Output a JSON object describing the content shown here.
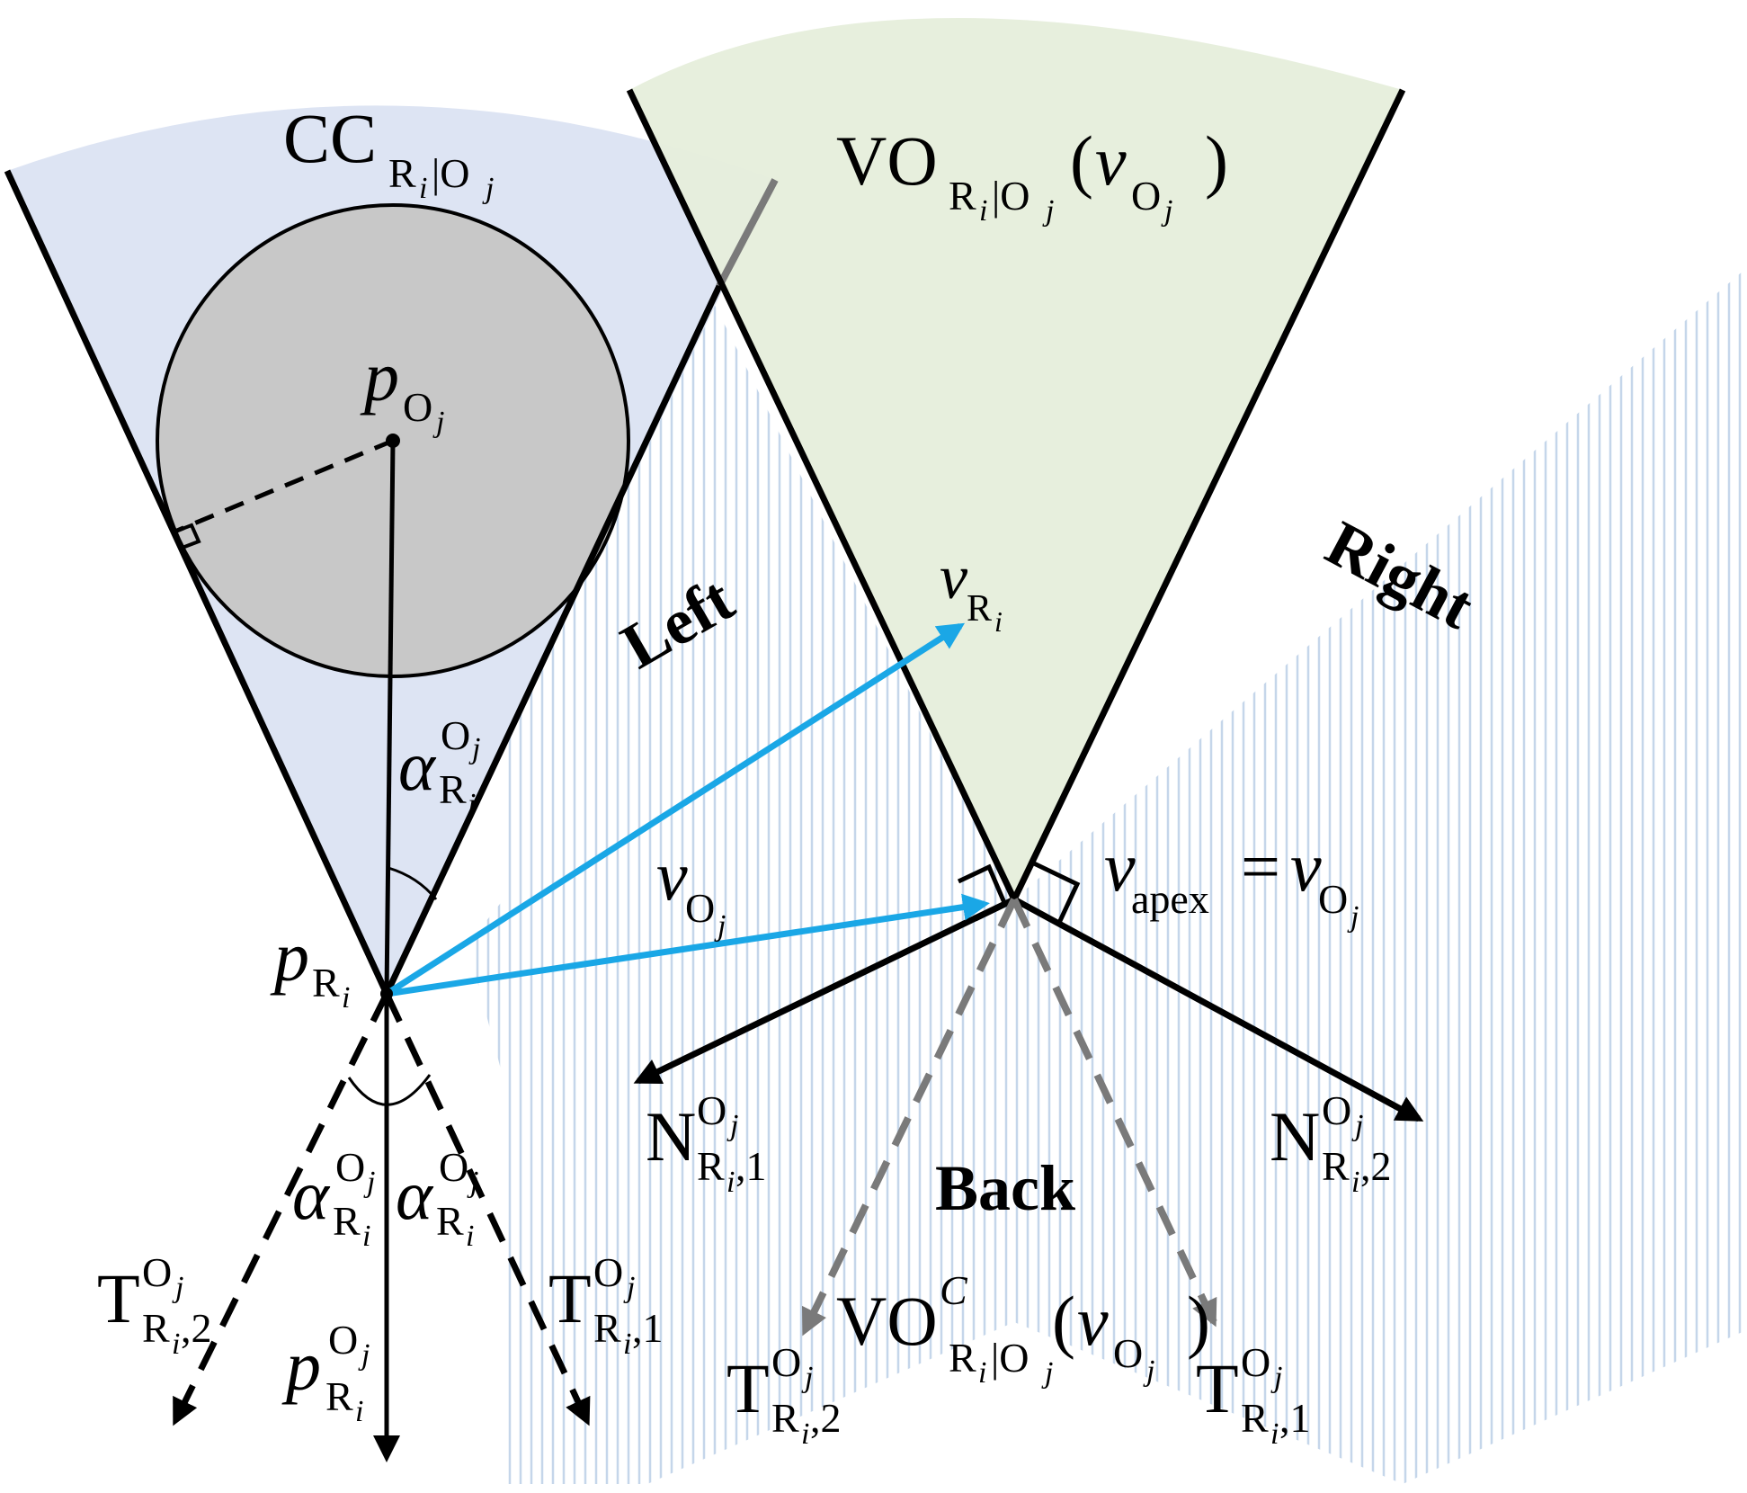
{
  "colors": {
    "collision_cone_fill": "#dde4f3",
    "velocity_obstacle_fill": "#e6eedb",
    "obstacle_fill": "#c8c8c8",
    "hatch_stroke": "#c5d6ea",
    "velocity_arrow": "#1aa7e6",
    "dashed_gray": "#7a7a7a",
    "outline": "#000000"
  },
  "labels": {
    "cc_main": "CC",
    "cc_sub": "R",
    "cc_sub_i": "i",
    "cc_sub_bar": "|O",
    "cc_sub_j": "j",
    "vo_main": "VO",
    "vo_sub": "R",
    "vo_sub_i": "i",
    "vo_sub_bar": "|O",
    "vo_sub_j": "j",
    "vo_arg_open": "(",
    "vo_arg_v": "v",
    "vo_arg_sub": "O",
    "vo_arg_sub_j": "j",
    "vo_arg_close": ")",
    "p_obstacle_main": "p",
    "p_obstacle_sub": "O",
    "p_obstacle_sub_j": "j",
    "p_robot_main": "p",
    "p_robot_sub": "R",
    "p_robot_sub_i": "i",
    "alpha_main": "α",
    "alpha_sup": "O",
    "alpha_sup_j": "j",
    "alpha_sub": "R",
    "alpha_sub_i": "i",
    "v_robot_main": "v",
    "v_robot_sub": "R",
    "v_robot_sub_i": "i",
    "v_obstacle_main": "v",
    "v_obstacle_sub": "O",
    "v_obstacle_sub_j": "j",
    "v_apex_main": "v",
    "v_apex_sub": "apex",
    "v_apex_eq": "=",
    "v_apex_rhs_main": "v",
    "v_apex_rhs_sub": "O",
    "v_apex_rhs_sub_j": "j",
    "region_left": "Left",
    "region_right": "Right",
    "region_back": "Back",
    "n_main": "N",
    "n_sup": "O",
    "n_sup_j": "j",
    "n_sub": "R",
    "n_sub_i": "i",
    "n1_index": ",1",
    "n2_index": ",2",
    "t_main": "T",
    "t_sup": "O",
    "t_sup_j": "j",
    "t_sub": "R",
    "t_sub_i": "i",
    "t1_index": ",1",
    "t2_index": ",2",
    "p_rel_main": "p",
    "p_rel_sup": "O",
    "p_rel_sup_j": "j",
    "p_rel_sub": "R",
    "p_rel_sub_i": "i",
    "voc_main": "VO",
    "voc_sup": "C",
    "voc_sub": "R",
    "voc_sub_i": "i",
    "voc_sub_bar": "|O",
    "voc_sub_j": "j",
    "voc_arg_open": "(",
    "voc_arg_v": "v",
    "voc_arg_sub": "O",
    "voc_arg_sub_j": "j",
    "voc_arg_close": ")"
  }
}
